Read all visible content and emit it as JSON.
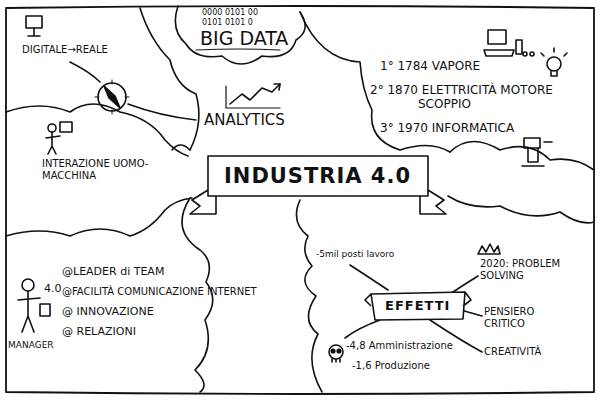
{
  "diagram": {
    "title": "INDUSTRIA 4.0",
    "nodes": [
      {
        "text": [
          "INDUSTRIA 4.0"
        ]
      },
      {
        "text": [
          "EFFETTI"
        ]
      }
    ],
    "labels": [
      "0000 0101 00",
      "0101 0101 0",
      "BIG DATA",
      "DIGITALE→REALE",
      "ANALYTICS",
      "INTERAZIONE UOMO-MACCHINA",
      "1° 1784 VAPORE",
      "2° 1870 ELETTRICITÀ MOTORE SCOPPIO",
      "3° 1970 INFORMATICA",
      "-5mil posti lavoro",
      "2020: PROBLEM SOLVING",
      "PENSIERO CRITICO",
      "CREATIVITÀ",
      "-4,8 Amministrazione",
      "-1,6 Produzione",
      "4.0",
      "MANAGER",
      "@LEADER di TEAM",
      "@FACILITÀ COMUNICAZIONE INTERNET",
      "@ INNOVAZIONE",
      "@ RELAZIONI"
    ]
  }
}
